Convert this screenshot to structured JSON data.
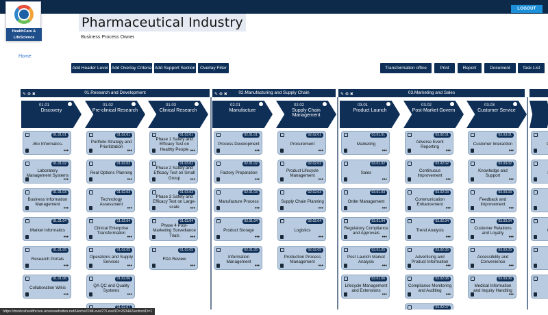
{
  "header": {
    "logout_label": "LOGOUT",
    "logo_text": "HealthCare & LifeScience",
    "title": "Pharmaceutical Industry",
    "subtitle": "Business Process Owner",
    "breadcrumb_home": "Home"
  },
  "toolbar": {
    "left": [
      "Add Header Level",
      "Add Overlay Criteria",
      "Add Support Section",
      "Overlay Filter"
    ],
    "right": [
      "Transformation office",
      "Print",
      "Report",
      "Document",
      "Task List"
    ]
  },
  "sections": [
    {
      "label": "01.Research and Development"
    },
    {
      "label": "02.Manufacturing and Supply Chain"
    },
    {
      "label": "03.Marketing and Sales"
    }
  ],
  "columns": [
    {
      "code": "01.01",
      "name": "Discovery",
      "cards": [
        {
          "code": "01.01.01",
          "text": "-Bio Informatics-"
        },
        {
          "code": "01.01.02",
          "text": "Laboratory Management Systems"
        },
        {
          "code": "01.01.03",
          "text": "Business Information Management"
        },
        {
          "code": "01.01.04",
          "text": "Market Informatics"
        },
        {
          "code": "01.01.05",
          "text": "Research Portals"
        },
        {
          "code": "01.01.06",
          "text": "Collaboration Wikis"
        }
      ]
    },
    {
      "code": "01.02",
      "name": "Pre-clinical Research",
      "cards": [
        {
          "code": "01.02.01",
          "text": "Portfolio Strategy and Prioritization"
        },
        {
          "code": "01.02.02",
          "text": "Real Options Planning"
        },
        {
          "code": "01.02.03",
          "text": "Technology Assessment"
        },
        {
          "code": "01.02.04",
          "text": "Clinical Enterprise Transformation"
        },
        {
          "code": "01.02.05",
          "text": "Operations and Supply Services"
        },
        {
          "code": "01.02.06",
          "text": "QA QC and Quality Systems"
        },
        {
          "code": "01.02.07",
          "text": ""
        }
      ]
    },
    {
      "code": "01.03",
      "name": "Clinical Research",
      "cards": [
        {
          "code": "01.03.01",
          "text": "Phase 1 Safety and Efficacy Test on Healthy People"
        },
        {
          "code": "01.03.02",
          "text": "Phase 2 Safety and Efficacy Test on Small Group"
        },
        {
          "code": "01.03.03",
          "text": "Phase 3 Safety and Efficacy Test on Large-scale"
        },
        {
          "code": "01.03.04",
          "text": "Phase 4 Post-Marketing Surveillance Trials"
        },
        {
          "code": "01.03.05",
          "text": "FDA Review"
        }
      ]
    },
    {
      "code": "02.01",
      "name": "Manufacture",
      "cards": [
        {
          "code": "02.01.01",
          "text": "Process Development"
        },
        {
          "code": "02.01.02",
          "text": "Factory Preparation"
        },
        {
          "code": "02.01.03",
          "text": "Manufacture Process"
        },
        {
          "code": "02.01.04",
          "text": "Product Storage"
        },
        {
          "code": "02.01.05",
          "text": "Information Management"
        }
      ]
    },
    {
      "code": "02.02",
      "name": "Supply Chain Management",
      "cards": [
        {
          "code": "02.02.01",
          "text": "Procurement"
        },
        {
          "code": "02.02.02",
          "text": "Product Lifecycle Management"
        },
        {
          "code": "02.02.03",
          "text": "Supply Chain Planning"
        },
        {
          "code": "02.02.04",
          "text": "Logistics"
        },
        {
          "code": "02.02.05",
          "text": "Production Process Management"
        }
      ]
    },
    {
      "code": "03.01",
      "name": "Product Launch",
      "cards": [
        {
          "code": "03.01.01",
          "text": "Marketing"
        },
        {
          "code": "03.01.02",
          "text": "Sales"
        },
        {
          "code": "03.01.03",
          "text": "Order Management"
        },
        {
          "code": "03.01.04",
          "text": "Regulatory Compliance and Approvals"
        },
        {
          "code": "03.01.05",
          "text": "Post Launch Market Analysis"
        },
        {
          "code": "03.01.06",
          "text": "Lifecycle Management and Extensions"
        }
      ]
    },
    {
      "code": "03.02",
      "name": "Post-Market Govern",
      "cards": [
        {
          "code": "03.02.01",
          "text": "Adverse Event Reporting"
        },
        {
          "code": "03.02.02",
          "text": "Continuous Improvement"
        },
        {
          "code": "03.02.03",
          "text": "Communication Enhancement"
        },
        {
          "code": "03.02.04",
          "text": "Trend Analysis"
        },
        {
          "code": "03.02.05",
          "text": "Advertising and Product Information"
        },
        {
          "code": "03.02.06",
          "text": "Compliance Monitoring and Auditing"
        },
        {
          "code": "03.02.07",
          "text": ""
        }
      ]
    },
    {
      "code": "03.03",
      "name": "Customer Service",
      "cards": [
        {
          "code": "03.03.01",
          "text": "Customer Interaction"
        },
        {
          "code": "03.03.02",
          "text": "Knowledge and Support"
        },
        {
          "code": "03.03.03",
          "text": "Feedback and Improvement"
        },
        {
          "code": "03.03.04",
          "text": "Customer Relations and Loyalty"
        },
        {
          "code": "03.03.05",
          "text": "Accessibility and Convenience"
        },
        {
          "code": "03.03.06",
          "text": "Medical Information and Inquiry Handling"
        }
      ]
    },
    {
      "code": "",
      "name": "",
      "cards": [
        {
          "code": "",
          "text": "Comme..."
        },
        {
          "code": "",
          "text": "Patient..."
        },
        {
          "code": "",
          "text": "Sc..."
        },
        {
          "code": "",
          "text": "Operati..."
        },
        {
          "code": "",
          "text": "Pro..."
        },
        {
          "code": "",
          "text": "MR..."
        }
      ]
    }
  ],
  "status_url": "https://modushealthcare.azurewebsites.net/Home/OMLevel2?LevelID=2634&SectionID=1"
}
